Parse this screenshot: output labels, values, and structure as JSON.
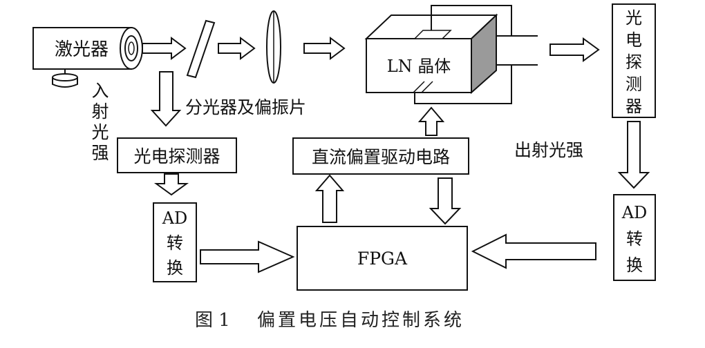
{
  "blocks": {
    "laser": "激光器",
    "detector_in": "光电探测器",
    "ad_left": [
      "AD",
      "转",
      "换"
    ],
    "dc_driver": "直流偏置驱动电路",
    "fpga": "FPGA",
    "ln_crystal": "LN 晶体",
    "detector_out": [
      "光",
      "电",
      "探",
      "测",
      "器"
    ],
    "ad_right": [
      "AD",
      "转",
      "换"
    ]
  },
  "labels": {
    "splitter_polarizer": "分光器及偏振片",
    "incident_intensity": [
      "入",
      "射",
      "光",
      "强"
    ],
    "output_intensity": "出射光强"
  },
  "caption": {
    "figure_no": "图 1",
    "title": "偏置电压自动控制系统"
  }
}
